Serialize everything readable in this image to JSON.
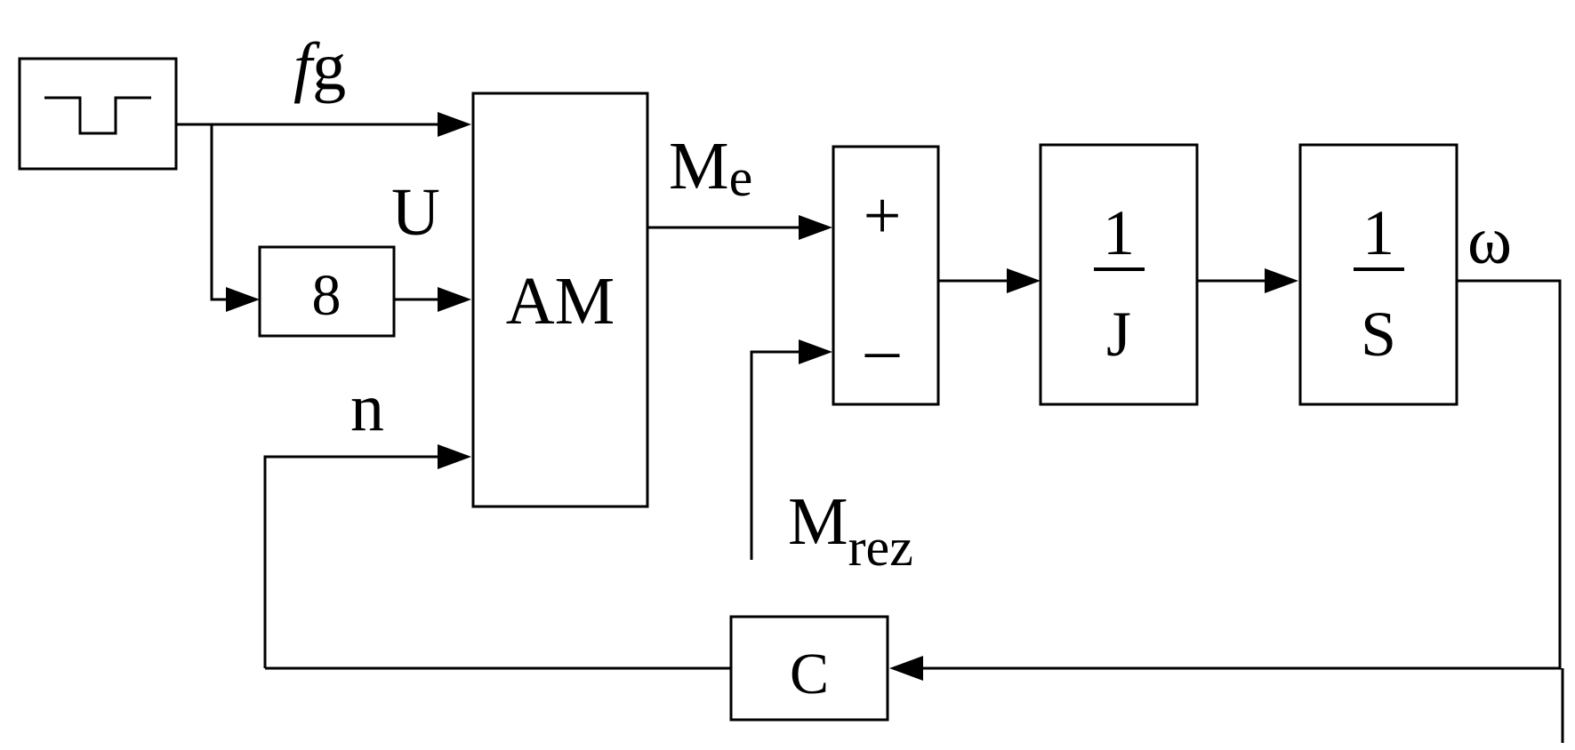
{
  "labels": {
    "fg_f": "f",
    "fg_g": "g",
    "u": "U",
    "n": "n",
    "me_main": "M",
    "me_sub": "e",
    "mrez_main": "M",
    "mrez_sub": "rez",
    "omega": "ω"
  },
  "blocks": {
    "gain": "8",
    "motor": "AM",
    "sum_plus": "+",
    "sum_minus": "–",
    "inertia_num": "1",
    "inertia_den": "J",
    "integrator_num": "1",
    "integrator_den": "S",
    "feedback": "C"
  }
}
